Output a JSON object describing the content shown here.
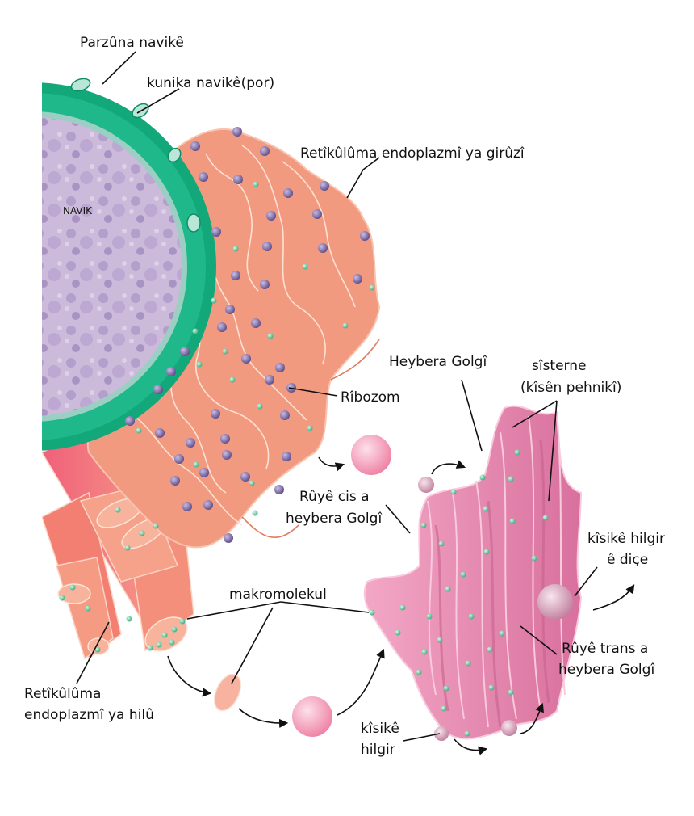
{
  "labels": {
    "nuclear_envelope": "Parzûna navikê",
    "nuclear_pore": "kunika navikê(por)",
    "rough_er": "Retîkûlûma endoplazmî ya girûzî",
    "nucleus": "NAVIK",
    "ribosome": "Rîbozom",
    "golgi": "Heybera Golgî",
    "cisternae_line1": "sîsterne",
    "cisternae_line2": "(kîsên pehnikî)",
    "cis_face_line1": "Rûyê cis a",
    "cis_face_line2": "heybera Golgî",
    "secretory_vesicle_line1": "kîsikê hilgir",
    "secretory_vesicle_line2": "ê diçe",
    "macromolecule": "makromolekul",
    "trans_face_line1": "Rûyê trans a",
    "trans_face_line2": "heybera Golgî",
    "smooth_er_line1": "Retîkûlûma",
    "smooth_er_line2": "endoplazmî ya hilû",
    "transport_vesicle_line1": "kîsikê",
    "transport_vesicle_line2": "hilgir"
  },
  "colors": {
    "nuclear_envelope": "#12a87a",
    "nucleus": "#c5b3d6",
    "rough_er": "#f29a7f",
    "smooth_er": "#f0806f",
    "ribosome": "#7f6aa8",
    "golgi": "#e889ad",
    "golgi_dark": "#c8608e",
    "vesicle": "#f59bb8",
    "molecule": "#5fc79a"
  }
}
